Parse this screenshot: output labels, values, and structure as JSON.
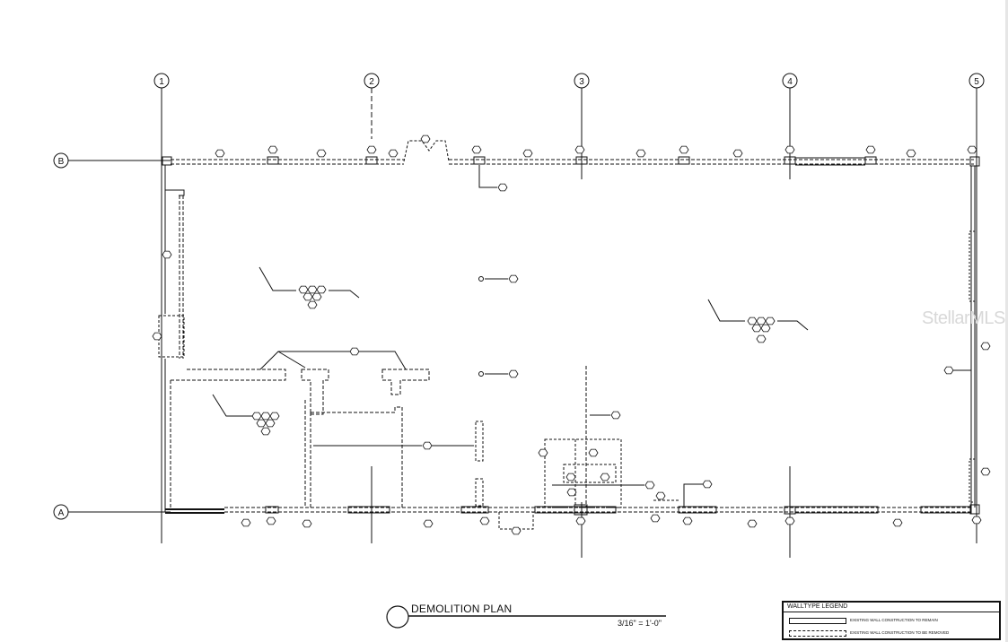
{
  "drawing": {
    "title": "DEMOLITION PLAN",
    "scale": "3/16\" = 1'-0\"",
    "watermark": "StellarMLS"
  },
  "grid": {
    "columns": [
      "1",
      "2",
      "3",
      "4",
      "5"
    ],
    "rows": [
      "B",
      "A"
    ]
  },
  "legend": {
    "title": "WALLTYPE LEGEND",
    "items": [
      {
        "label": "EXISTING WALL CONSTRUCTION TO REMAIN",
        "style": "solid"
      },
      {
        "label": "EXISTING WALL CONSTRUCTION TO BE REMOVED",
        "style": "dashed"
      }
    ]
  },
  "colors": {
    "line": "#111111",
    "watermark": "#d8d8d8"
  }
}
